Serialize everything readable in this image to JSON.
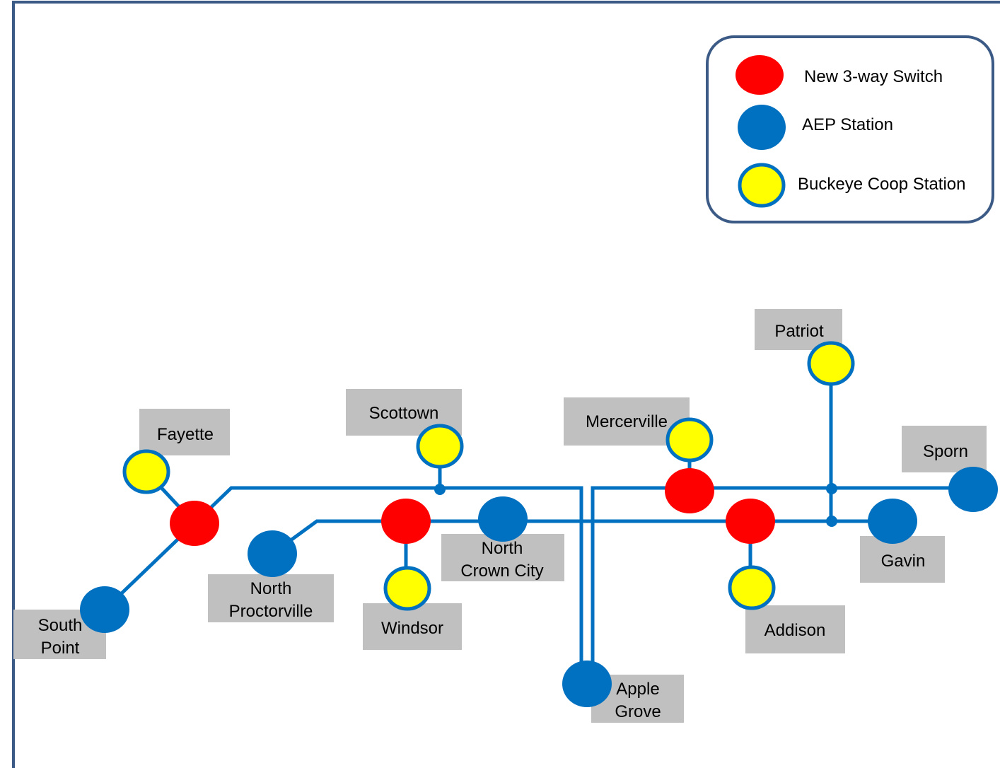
{
  "legend": {
    "items": [
      {
        "key": "switch",
        "label": "New 3-way Switch",
        "color": "#ff0000"
      },
      {
        "key": "aep",
        "label": "AEP Station",
        "color": "#0070c0"
      },
      {
        "key": "coop",
        "label": "Buckeye Coop Station",
        "color": "#ffff00",
        "stroke": "#0070c0"
      }
    ]
  },
  "colors": {
    "line": "#0070c0",
    "switch": "#ff0000",
    "aep": "#0070c0",
    "coop_fill": "#ffff00",
    "coop_stroke": "#0070c0",
    "label_bg": "#c0c0c0",
    "frame": "#3b5a85"
  },
  "nodes": [
    {
      "id": "fayette",
      "type": "coop",
      "label": [
        "Fayette"
      ]
    },
    {
      "id": "fayette-switch",
      "type": "switch"
    },
    {
      "id": "south-point",
      "type": "aep",
      "label": [
        "South",
        "Point"
      ]
    },
    {
      "id": "north-proctorville",
      "type": "aep",
      "label": [
        "North",
        "Proctorville"
      ]
    },
    {
      "id": "scottown",
      "type": "coop",
      "label": [
        "Scottown"
      ]
    },
    {
      "id": "windsor-switch",
      "type": "switch"
    },
    {
      "id": "windsor",
      "type": "coop",
      "label": [
        "Windsor"
      ]
    },
    {
      "id": "north-crown-city",
      "type": "aep",
      "label": [
        "North",
        "Crown City"
      ]
    },
    {
      "id": "apple-grove",
      "type": "aep",
      "label": [
        "Apple",
        "Grove"
      ]
    },
    {
      "id": "mercerville",
      "type": "coop",
      "label": [
        "Mercerville"
      ]
    },
    {
      "id": "mercerville-switch",
      "type": "switch"
    },
    {
      "id": "patriot",
      "type": "coop",
      "label": [
        "Patriot"
      ]
    },
    {
      "id": "sporn",
      "type": "aep",
      "label": [
        "Sporn"
      ]
    },
    {
      "id": "addison-switch",
      "type": "switch"
    },
    {
      "id": "addison",
      "type": "coop",
      "label": [
        "Addison"
      ]
    },
    {
      "id": "gavin",
      "type": "aep",
      "label": [
        "Gavin"
      ]
    }
  ]
}
